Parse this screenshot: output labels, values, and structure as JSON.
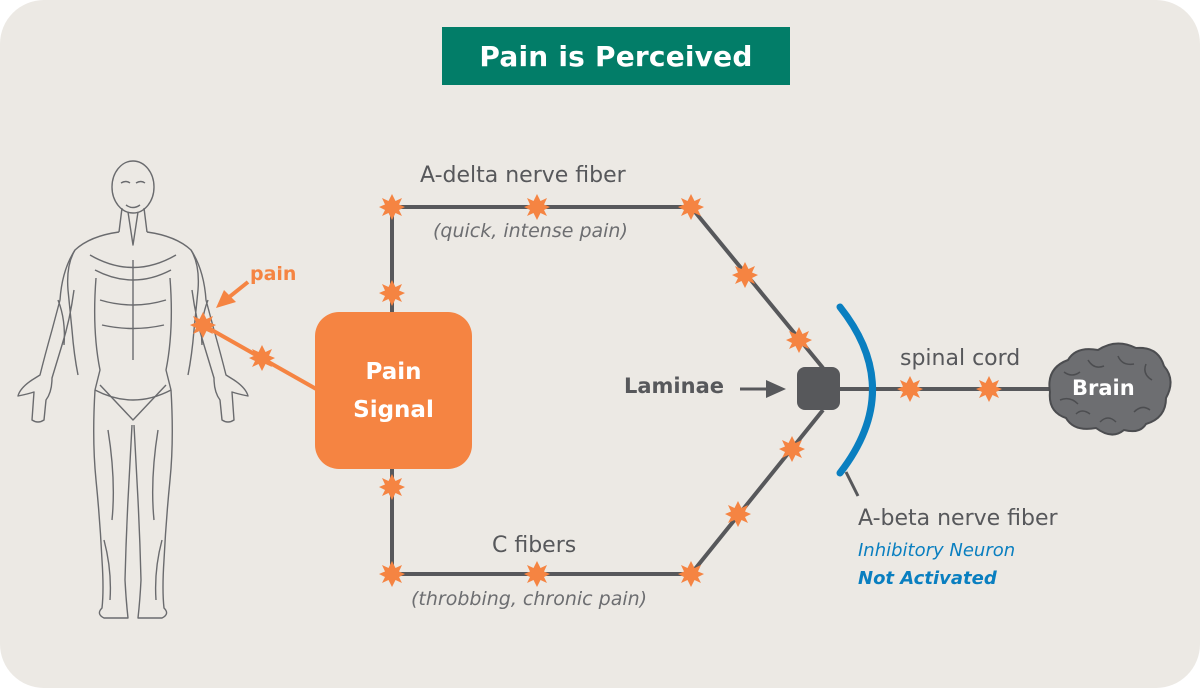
{
  "title": "Pain is Perceived",
  "colors": {
    "background": "#ece9e4",
    "title_bg": "#027d68",
    "accent_orange": "#f58442",
    "nerve_gray": "#57585b",
    "inhibitory_blue": "#0a7fc0",
    "brain_gray": "#6d6e71"
  },
  "body": {
    "figure": "human-muscle-figure",
    "pain_label": "pain"
  },
  "signal_box": {
    "line1": "Pain",
    "line2": "Signal"
  },
  "fibers": {
    "a_delta": {
      "name": "A-delta nerve fiber",
      "description": "(quick, intense pain)"
    },
    "c_fibers": {
      "name": "C fibers",
      "description": "(throbbing, chronic pain)"
    },
    "a_beta": {
      "name": "A-beta nerve fiber",
      "role": "Inhibitory Neuron",
      "status": "Not Activated"
    }
  },
  "laminae": {
    "label": "Laminae"
  },
  "spinal_cord": {
    "label": "spinal cord"
  },
  "brain": {
    "label": "Brain"
  }
}
